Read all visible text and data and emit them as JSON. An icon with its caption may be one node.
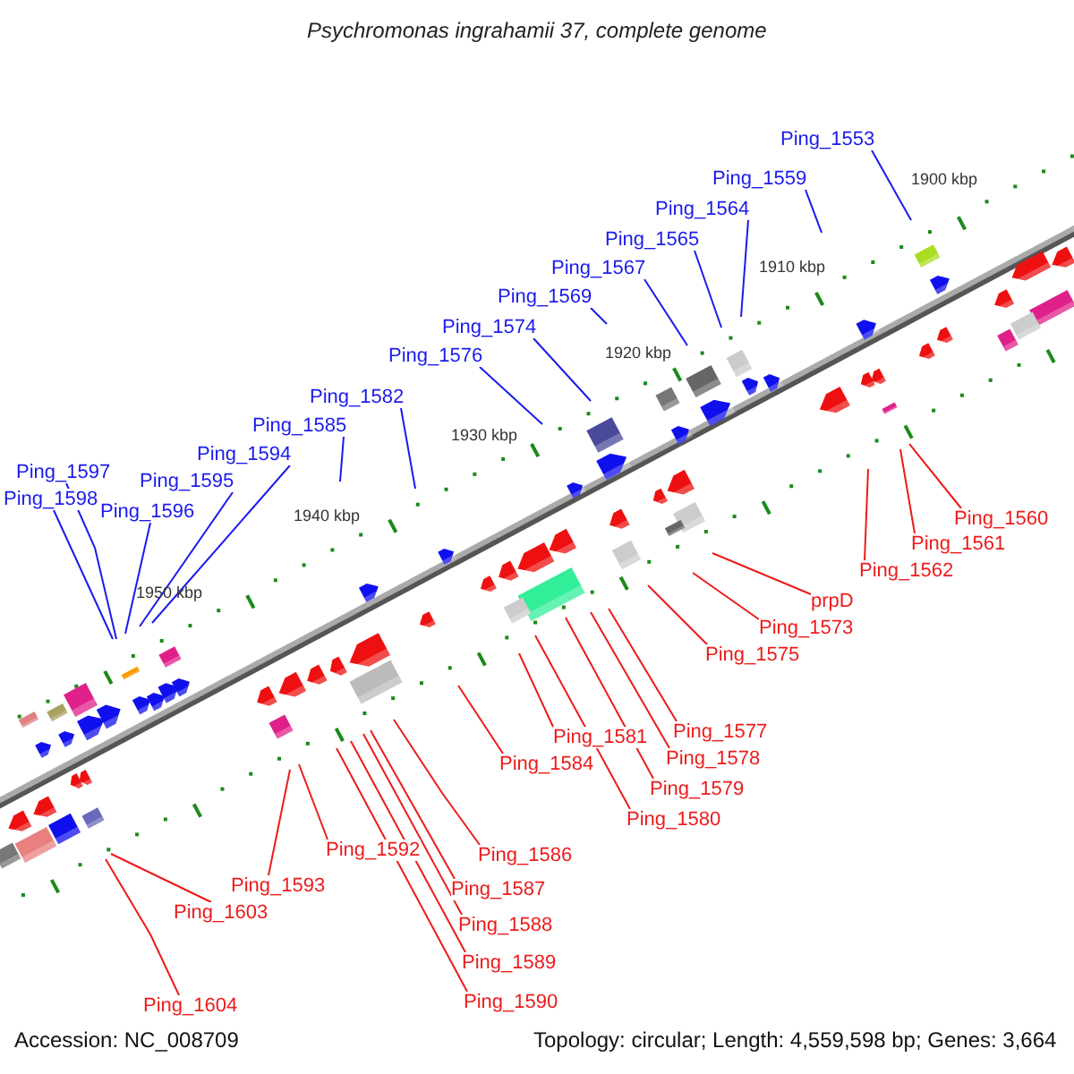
{
  "diagram": {
    "title": "Psychromonas ingrahamii 37, complete genome",
    "nodes": [
      {
        "text": [
          "Ping_1553"
        ]
      },
      {
        "text": [
          "Ping_1559"
        ]
      },
      {
        "text": [
          "Ping_1564"
        ]
      },
      {
        "text": [
          "Ping_1565"
        ]
      },
      {
        "text": [
          "Ping_1567"
        ]
      },
      {
        "text": [
          "Ping_1569"
        ]
      },
      {
        "text": [
          "Ping_1574"
        ]
      },
      {
        "text": [
          "Ping_1576"
        ]
      },
      {
        "text": [
          "Ping_1582"
        ]
      },
      {
        "text": [
          "Ping_1585"
        ]
      },
      {
        "text": [
          "Ping_1594"
        ]
      },
      {
        "text": [
          "Ping_1595"
        ]
      },
      {
        "text": [
          "Ping_1596"
        ]
      },
      {
        "text": [
          "Ping_1597"
        ]
      },
      {
        "text": [
          "Ping_1598"
        ]
      },
      {
        "text": [
          "Ping_1560"
        ]
      },
      {
        "text": [
          "Ping_1561"
        ]
      },
      {
        "text": [
          "Ping_1562"
        ]
      },
      {
        "text": [
          "prpD"
        ]
      },
      {
        "text": [
          "Ping_1573"
        ]
      },
      {
        "text": [
          "Ping_1575"
        ]
      },
      {
        "text": [
          "Ping_1577"
        ]
      },
      {
        "text": [
          "Ping_1578"
        ]
      },
      {
        "text": [
          "Ping_1579"
        ]
      },
      {
        "text": [
          "Ping_1580"
        ]
      },
      {
        "text": [
          "Ping_1581"
        ]
      },
      {
        "text": [
          "Ping_1584"
        ]
      },
      {
        "text": [
          "Ping_1586"
        ]
      },
      {
        "text": [
          "Ping_1587"
        ]
      },
      {
        "text": [
          "Ping_1588"
        ]
      },
      {
        "text": [
          "Ping_1589"
        ]
      },
      {
        "text": [
          "Ping_1590"
        ]
      },
      {
        "text": [
          "Ping_1592"
        ]
      },
      {
        "text": [
          "Ping_1593"
        ]
      },
      {
        "text": [
          "Ping_1603"
        ]
      },
      {
        "text": [
          "Ping_1604"
        ]
      }
    ],
    "edges": [
      {
        "from": 0,
        "to": null,
        "arrow": "none",
        "color": "#1a1aee"
      },
      {
        "from": 1,
        "to": null,
        "arrow": "none",
        "color": "#1a1aee"
      },
      {
        "from": 2,
        "to": null,
        "arrow": "none",
        "color": "#1a1aee"
      },
      {
        "from": 3,
        "to": null,
        "arrow": "none",
        "color": "#1a1aee"
      },
      {
        "from": 4,
        "to": null,
        "arrow": "none",
        "color": "#1a1aee"
      },
      {
        "from": 5,
        "to": null,
        "arrow": "none",
        "color": "#1a1aee"
      },
      {
        "from": 6,
        "to": null,
        "arrow": "none",
        "color": "#1a1aee"
      },
      {
        "from": 7,
        "to": null,
        "arrow": "none",
        "color": "#1a1aee"
      },
      {
        "from": 8,
        "to": null,
        "arrow": "none",
        "color": "#1a1aee"
      },
      {
        "from": 9,
        "to": null,
        "arrow": "none",
        "color": "#1a1aee"
      },
      {
        "from": 10,
        "to": null,
        "arrow": "none",
        "color": "#1a1aee"
      },
      {
        "from": 11,
        "to": null,
        "arrow": "none",
        "color": "#1a1aee"
      },
      {
        "from": 12,
        "to": null,
        "arrow": "none",
        "color": "#1a1aee"
      },
      {
        "from": 13,
        "to": null,
        "arrow": "none",
        "color": "#1a1aee"
      },
      {
        "from": 14,
        "to": null,
        "arrow": "none",
        "color": "#1a1aee"
      },
      {
        "from": 15,
        "to": null,
        "arrow": "none"
      },
      {
        "from": 16,
        "to": null,
        "arrow": "none"
      },
      {
        "from": 17,
        "to": null,
        "arrow": "none"
      },
      {
        "from": 18,
        "to": null,
        "arrow": "none"
      },
      {
        "from": 19,
        "to": null,
        "arrow": "none"
      },
      {
        "from": 20,
        "to": null,
        "arrow": "none"
      },
      {
        "from": 21,
        "to": null,
        "arrow": "none"
      },
      {
        "from": 22,
        "to": null,
        "arrow": "none"
      },
      {
        "from": 23,
        "to": null,
        "arrow": "none"
      },
      {
        "from": 24,
        "to": null,
        "arrow": "none"
      },
      {
        "from": 25,
        "to": null,
        "arrow": "none"
      },
      {
        "from": 26,
        "to": null,
        "arrow": "none"
      },
      {
        "from": 27,
        "to": null,
        "arrow": "none"
      },
      {
        "from": 28,
        "to": null,
        "arrow": "none"
      },
      {
        "from": 29,
        "to": null,
        "arrow": "none"
      },
      {
        "from": 30,
        "to": null,
        "arrow": "none"
      },
      {
        "from": 31,
        "to": null,
        "arrow": "none"
      },
      {
        "from": 32,
        "to": null,
        "arrow": "none"
      },
      {
        "from": 33,
        "to": null,
        "arrow": "none"
      },
      {
        "from": 34,
        "to": null,
        "arrow": "none"
      },
      {
        "from": 35,
        "to": null,
        "arrow": "none"
      }
    ],
    "labels": [
      "1900 kbp",
      "1910 kbp",
      "1920 kbp",
      "1930 kbp",
      "1940 kbp",
      "1950 kbp",
      "Accession: NC_008709",
      "Topology: circular; Length: 4,559,598 bp; Genes: 3,664"
    ]
  }
}
